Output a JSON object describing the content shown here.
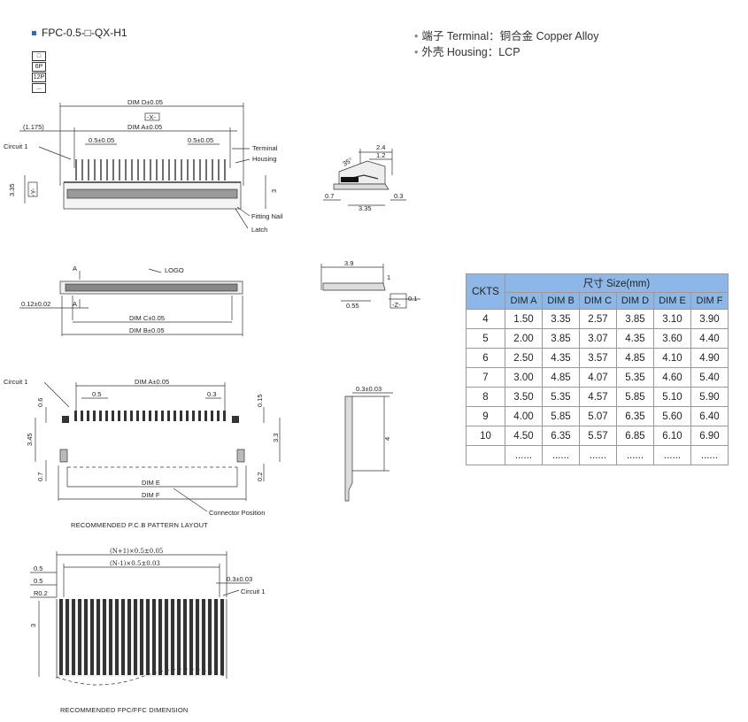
{
  "title": "FPC-0.5-□-QX-H1",
  "pins_box": [
    "□",
    "6P",
    "12P",
    "..."
  ],
  "specs": [
    {
      "text": "端子 Terminal：铜合金 Copper Alloy"
    },
    {
      "text": "外壳 Housing：LCP"
    }
  ],
  "drawing1": {
    "dim_d": "DIM D±0.05",
    "x_ref": "-X-",
    "offset": "(1.175)",
    "dim_a": "DIM A±0.05",
    "pitch_l": "0.5±0.05",
    "pitch_r": "0.5±0.05",
    "circuit1": "Circuit 1",
    "terminal": "Terminal",
    "housing": "Housing",
    "h335": "3.35",
    "y_ref": "-Y-",
    "h3": "3",
    "fitting_nail": "Fitting Nail",
    "latch": "Latch"
  },
  "side1": {
    "d24": "2.4",
    "d12": "1.2",
    "angle": "35°",
    "d07": "0.7",
    "d335": "3.35",
    "d03": "0.3"
  },
  "drawing2": {
    "a_top": "A",
    "a_bot": "A",
    "logo": "LOGO",
    "d012": "0.12±0.02",
    "dim_c": "DIM C±0.05",
    "dim_b": "DIM B±0.05"
  },
  "side2": {
    "d39": "3.9",
    "d1": "1",
    "d055": "0.55",
    "z_ref": "-Z-",
    "flat": "0.1"
  },
  "drawing3": {
    "circuit1": "Circuit 1",
    "dim_a": "DIM A±0.05",
    "d05": "0.5",
    "d03": "0.3",
    "d06": "0.6",
    "d015": "0.15",
    "d345": "3.45",
    "d33": "3.3",
    "d07": "0.7",
    "d02": "0.2",
    "dim_e": "DIM E",
    "dim_f": "DIM F",
    "conn_pos": "Connector Position",
    "caption": "RECOMMENDED  P.C.B  PATTERN  LAYOUT"
  },
  "side3": {
    "d03": "0.3±0.03",
    "d4": "4"
  },
  "drawing4": {
    "n_plus": "(N+1)×0.5±0.05",
    "n_minus": "(N-1)×0.5±0.03",
    "d05a": "0.5",
    "d05b": "0.5",
    "r02": "R0.2",
    "d03": "0.3±0.03",
    "circuit1": "Circuit 1",
    "d3": "3",
    "caption": "RECOMMENDED  FPC/FFC DIMENSION"
  },
  "table": {
    "ckts_label": "CKTS",
    "size_label": "尺寸 Size(mm)",
    "columns": [
      "DIM A",
      "DIM B",
      "DIM C",
      "DIM D",
      "DIM E",
      "DIM F"
    ],
    "rows": [
      [
        "4",
        "1.50",
        "3.35",
        "2.57",
        "3.85",
        "3.10",
        "3.90"
      ],
      [
        "5",
        "2.00",
        "3.85",
        "3.07",
        "4.35",
        "3.60",
        "4.40"
      ],
      [
        "6",
        "2.50",
        "4.35",
        "3.57",
        "4.85",
        "4.10",
        "4.90"
      ],
      [
        "7",
        "3.00",
        "4.85",
        "4.07",
        "5.35",
        "4.60",
        "5.40"
      ],
      [
        "8",
        "3.50",
        "5.35",
        "4.57",
        "5.85",
        "5.10",
        "5.90"
      ],
      [
        "9",
        "4.00",
        "5.85",
        "5.07",
        "6.35",
        "5.60",
        "6.40"
      ],
      [
        "10",
        "4.50",
        "6.35",
        "5.57",
        "6.85",
        "6.10",
        "6.90"
      ],
      [
        "",
        "......",
        "......",
        "......",
        "......",
        "......",
        "......"
      ]
    ]
  }
}
